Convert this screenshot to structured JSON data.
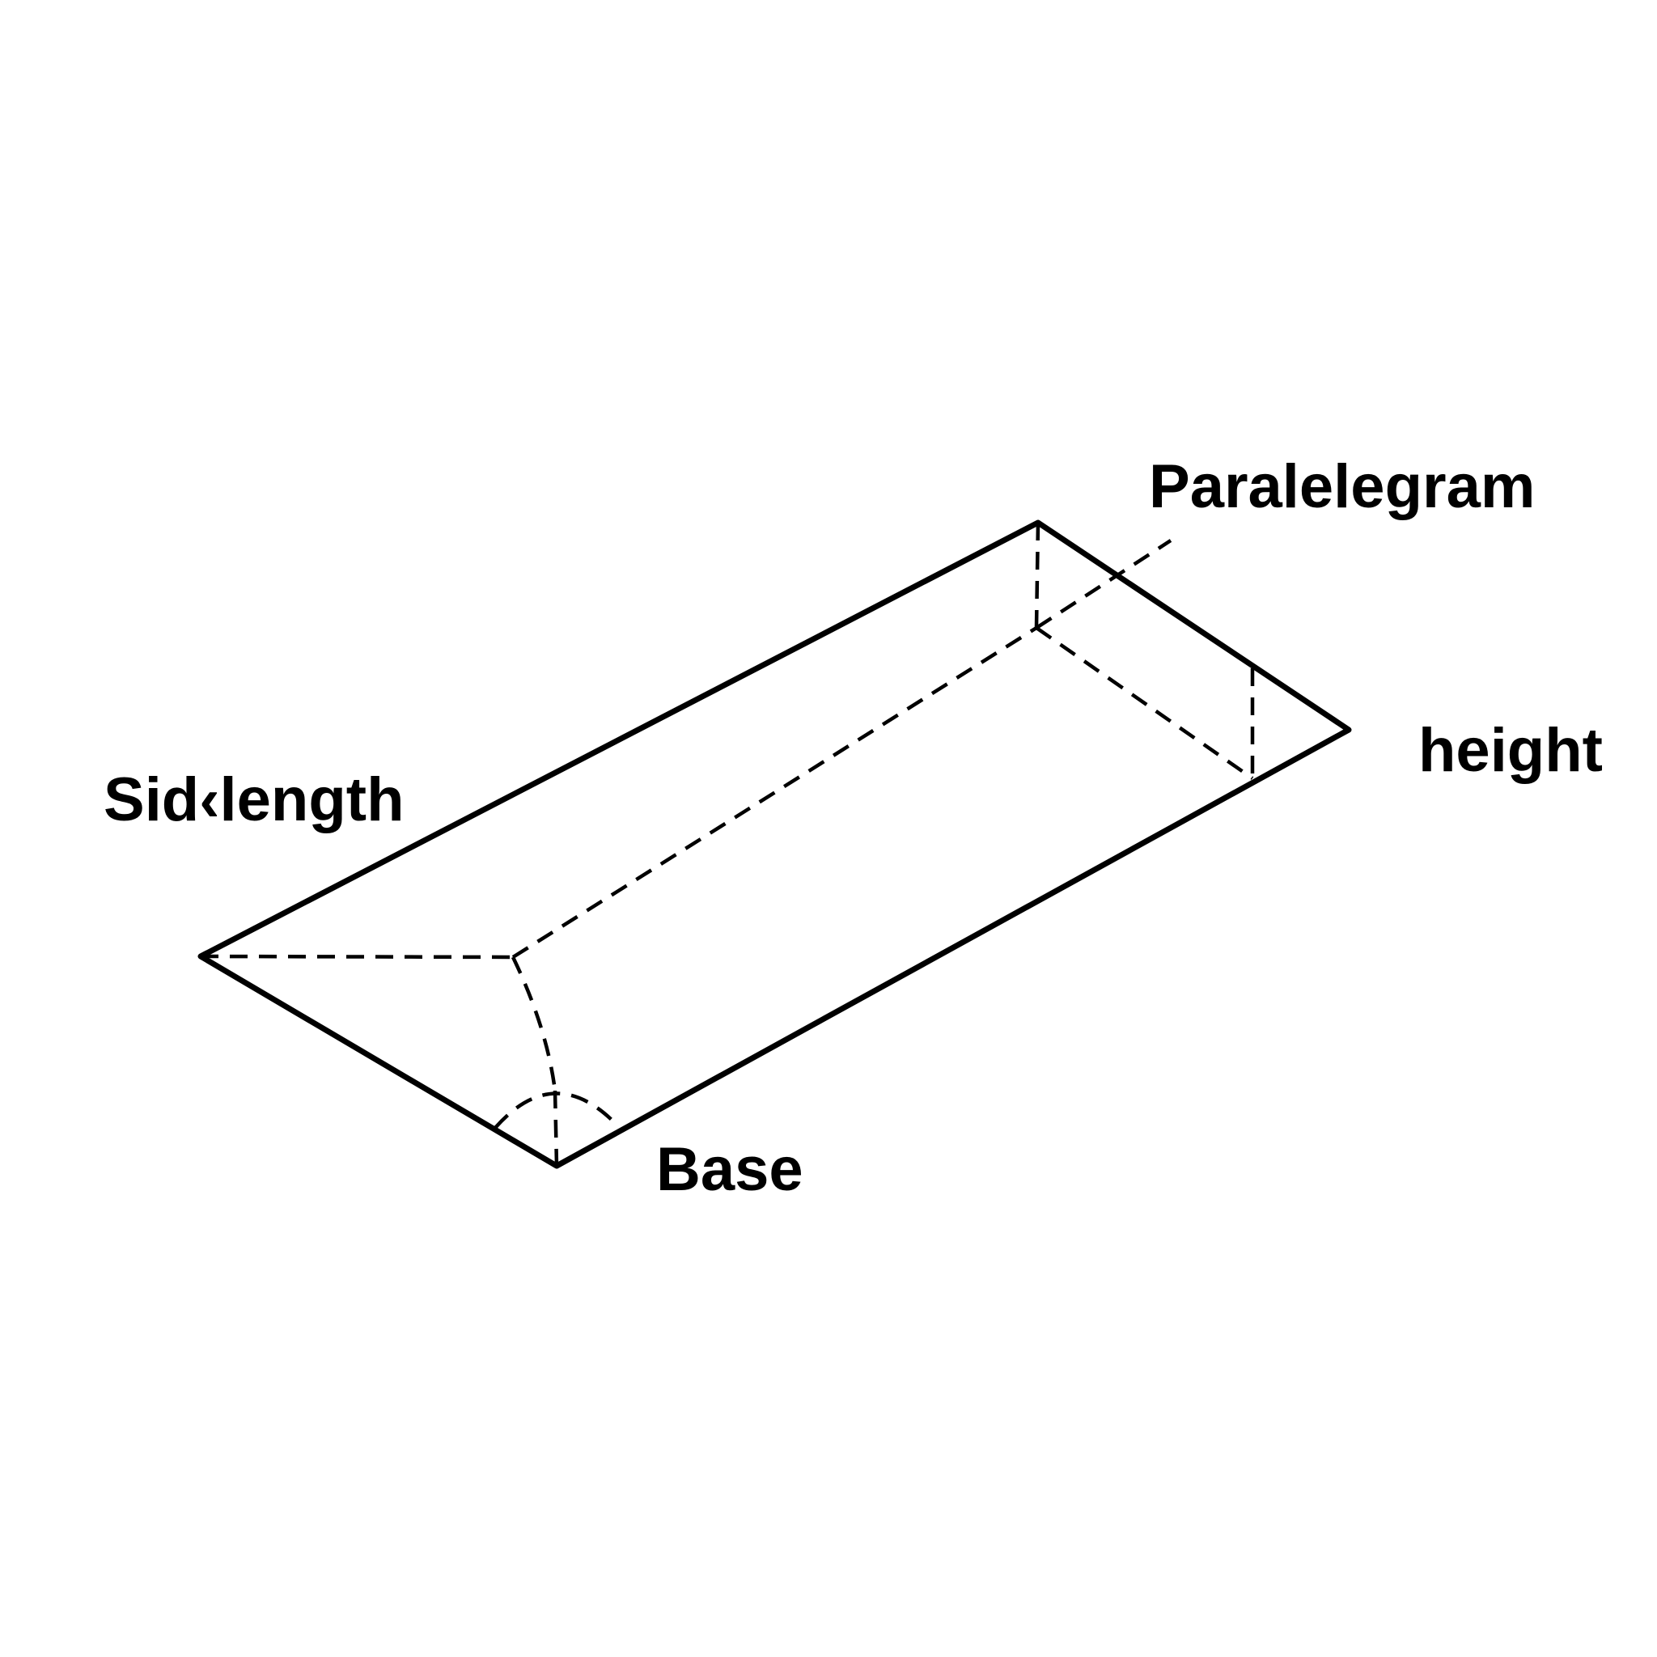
{
  "diagram": {
    "labels": {
      "top_right": "Paralelegram",
      "right": "height",
      "left": "Sid‹length",
      "bottom": "Base"
    },
    "colors": {
      "stroke": "#000000",
      "background": "#ffffff",
      "text": "#000000"
    }
  }
}
